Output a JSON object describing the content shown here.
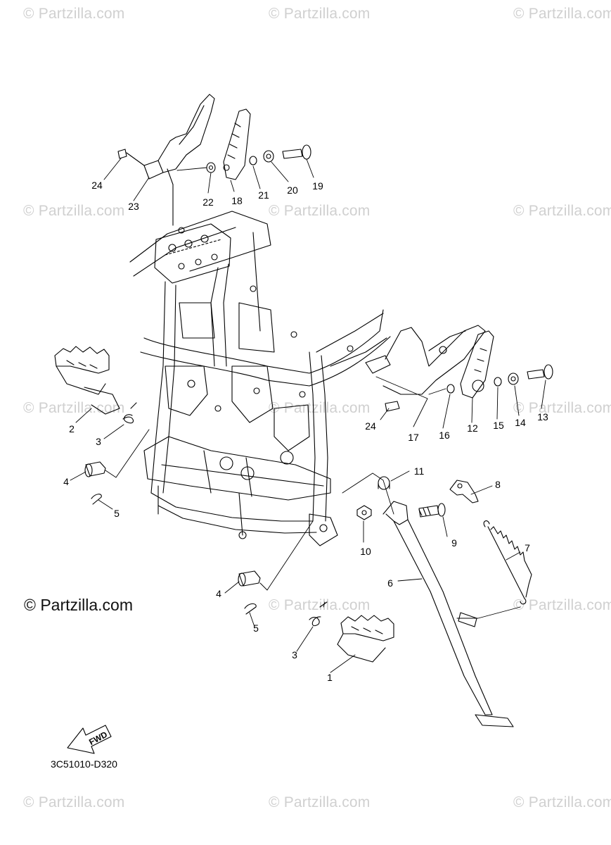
{
  "watermark_text": "© Partzilla.com",
  "main_watermark": "© Partzilla.com",
  "diagram_code": "3C51010-D320",
  "fwd_label": "FWD",
  "callouts": [
    "24",
    "23",
    "22",
    "18",
    "21",
    "20",
    "19",
    "2",
    "3",
    "4",
    "5",
    "24",
    "17",
    "16",
    "12",
    "15",
    "14",
    "13",
    "11",
    "8",
    "10",
    "9",
    "7",
    "6",
    "4",
    "5",
    "3",
    "1"
  ]
}
